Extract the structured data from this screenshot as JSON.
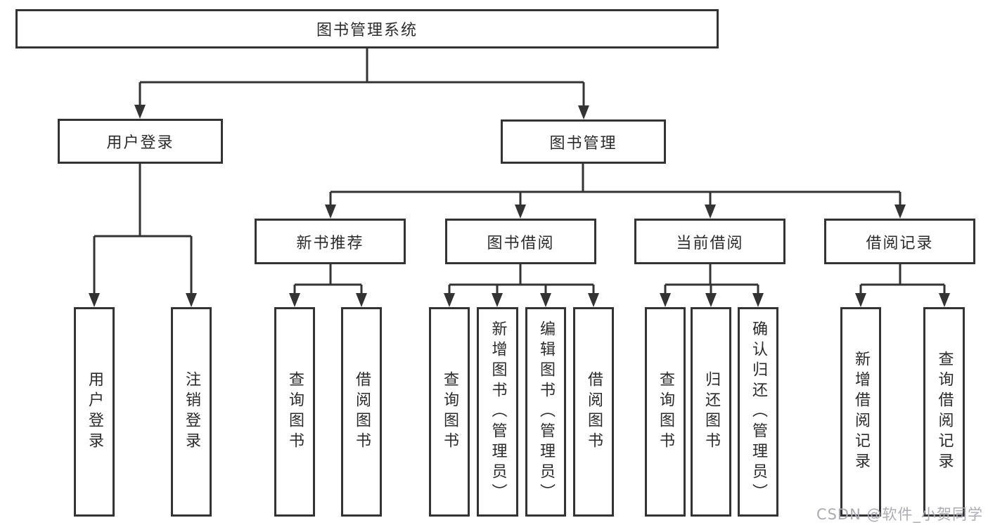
{
  "diagram": {
    "root": {
      "label": "图书管理系统"
    },
    "level2": [
      {
        "label": "用户登录"
      },
      {
        "label": "图书管理"
      }
    ],
    "level3": [
      {
        "label": "新书推荐"
      },
      {
        "label": "图书借阅"
      },
      {
        "label": "当前借阅"
      },
      {
        "label": "借阅记录"
      }
    ],
    "leaves": {
      "user_login": [
        "用户登录",
        "注销登录"
      ],
      "new_book_recommend": [
        "查询图书",
        "借阅图书"
      ],
      "book_borrow": [
        "查询图书",
        "新增图书（管理员）",
        "编辑图书（管理员）",
        "借阅图书"
      ],
      "current_borrow": [
        "查询图书",
        "归还图书",
        "确认归还（管理员）"
      ],
      "borrow_record": [
        "新增借阅记录",
        "查询借阅记录"
      ]
    }
  },
  "watermark": {
    "text": "CSDN @软件_小贺同学"
  },
  "colors": {
    "line": "#333333",
    "box_border": "#333333",
    "box_fill": "#ffffff",
    "text": "#2b2b2b",
    "watermark": "#ababb4",
    "background": "#ffffff"
  }
}
